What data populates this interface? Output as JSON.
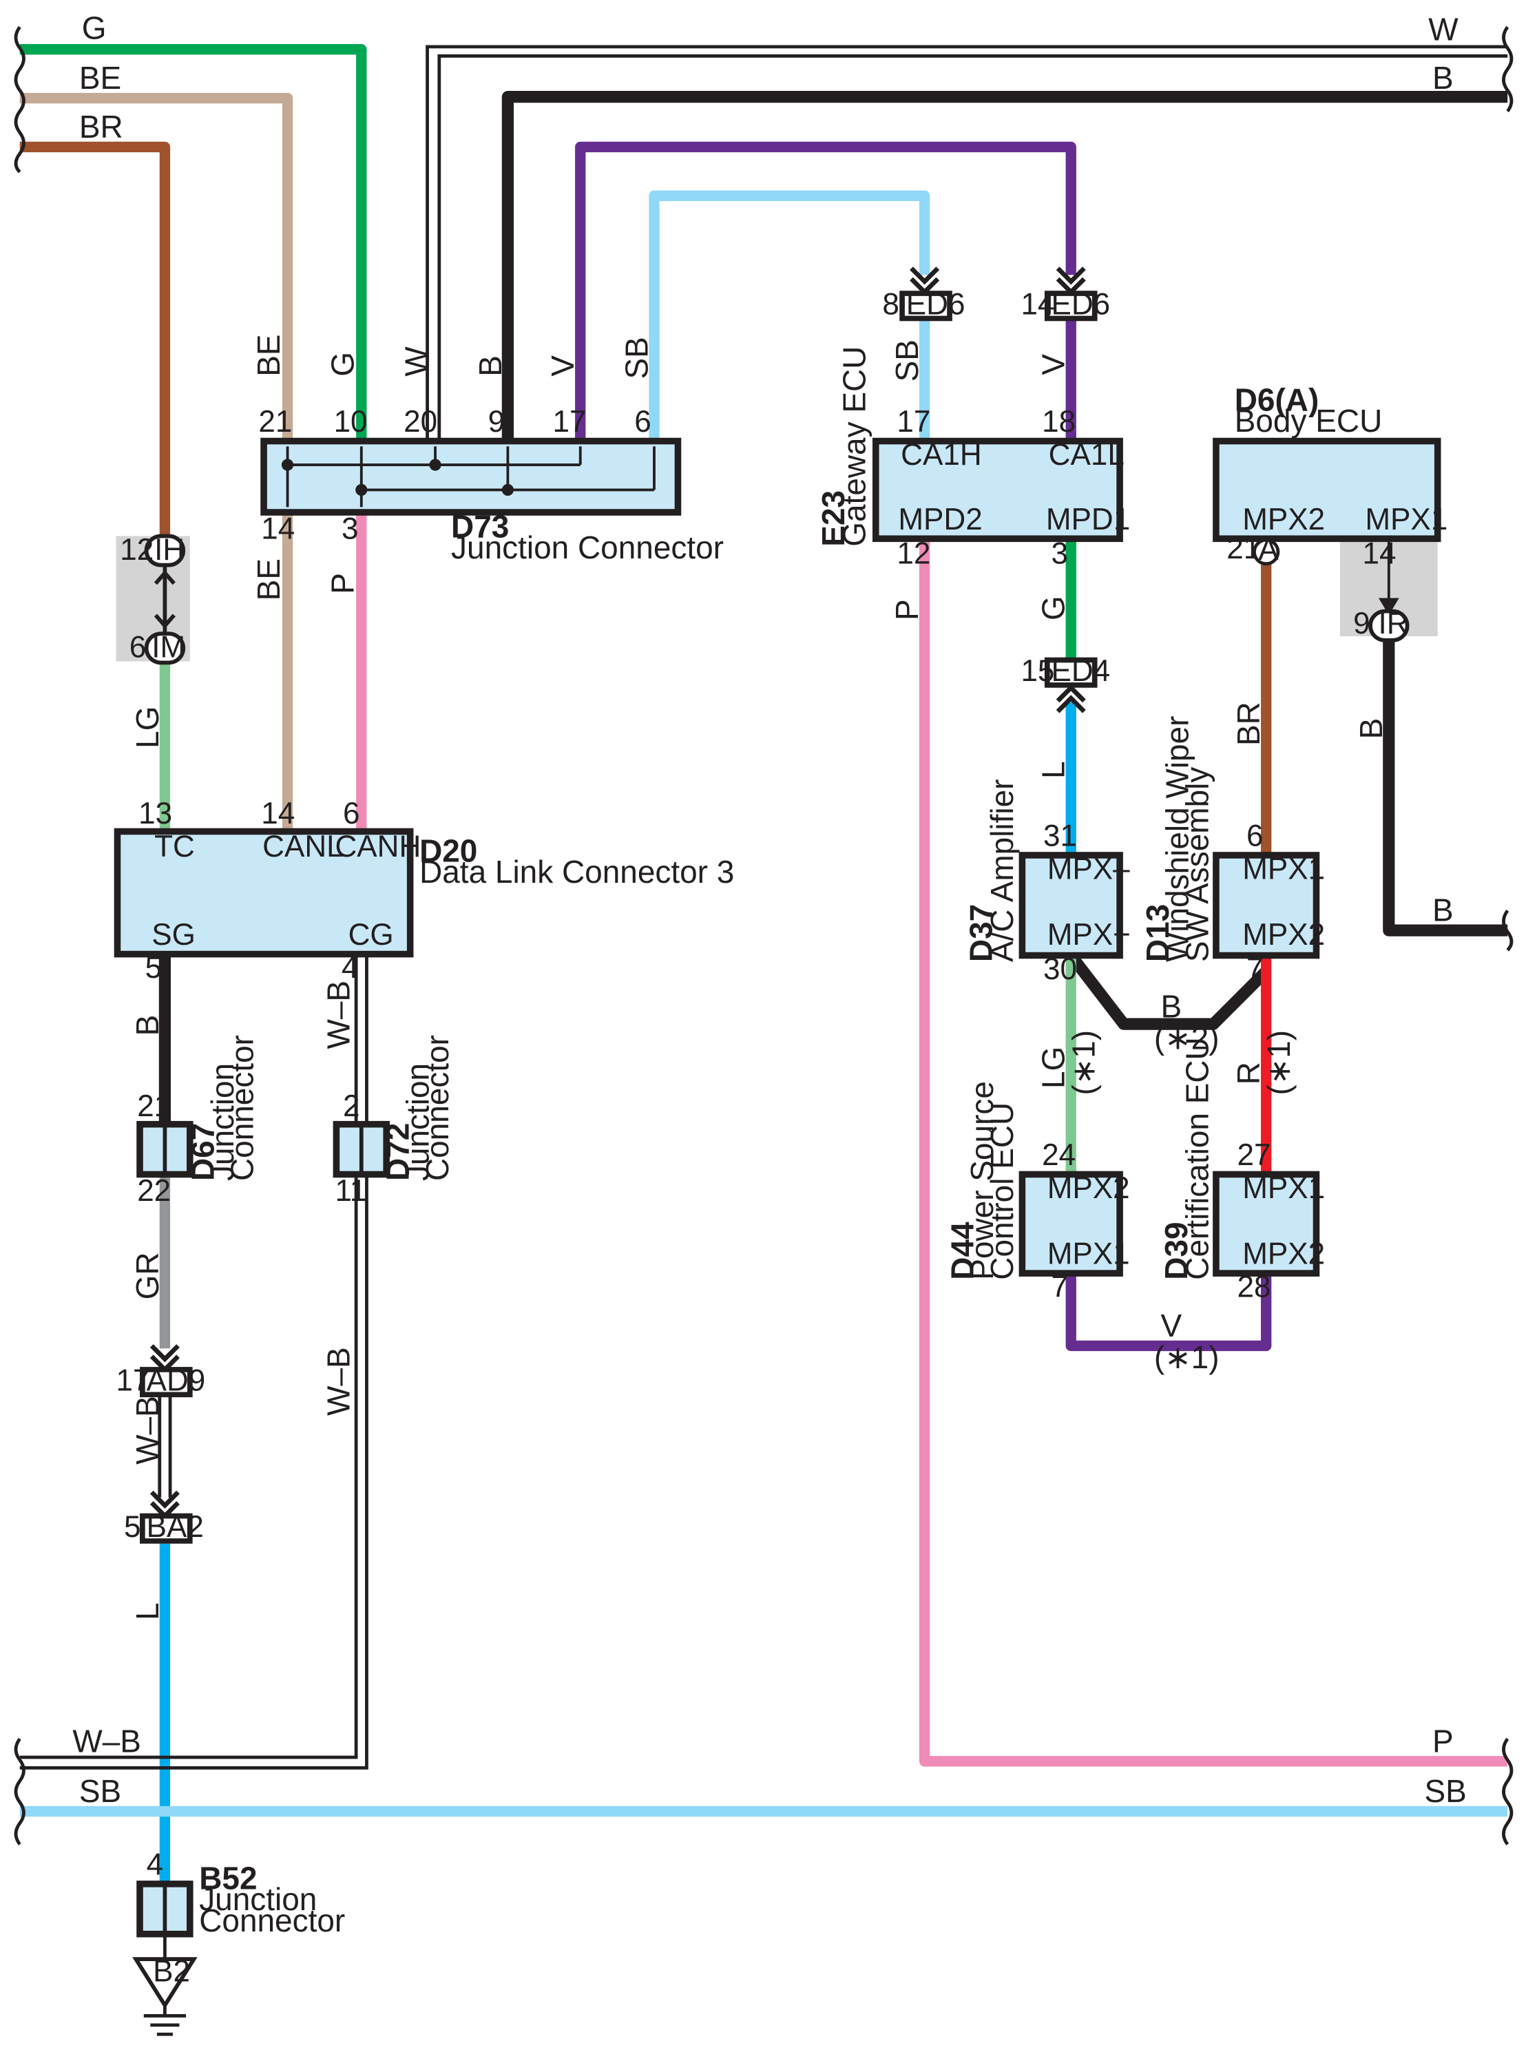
{
  "colors": {
    "G": "#00a651",
    "BE": "#c4a995",
    "BR": "#a0522d",
    "B": "#231f20",
    "V": "#662d91",
    "SB": "#8fd8f8",
    "P": "#f08bb8",
    "LG": "#7ec891",
    "L": "#00aeef",
    "GR": "#939598",
    "R": "#ed1c24",
    "box": "#c9e8f7",
    "shade": "#d4d4d4"
  },
  "edge_wires": {
    "top_left": [
      "G",
      "BE",
      "BR"
    ],
    "top_right": [
      "W",
      "B"
    ],
    "bottom_left": [
      "W–B",
      "SB"
    ],
    "bottom_right": [
      "P",
      "SB"
    ],
    "right_mid": "B"
  },
  "wire_labels": {
    "d73_in": [
      "BE",
      "G",
      "W",
      "B",
      "V",
      "SB"
    ],
    "d73_out": [
      "BE",
      "P"
    ],
    "lg_dlc": "LG",
    "ed6_sb": "SB",
    "ed6_v": "V",
    "gw_p": "P",
    "gw_g": "G",
    "ed4_l": "L",
    "ecu_br": "BR",
    "ecu_b": "B",
    "sg_b": "B",
    "cg_wb": "W–B",
    "gr": "GR",
    "ad9_wb": "W–B",
    "d72_wb": "W–B",
    "ba2_l": "L",
    "mpx_b": "B",
    "mpx_b_note": "(∗2)",
    "lg_mid": "LG",
    "lg_note": "(∗1)",
    "r_mid": "R",
    "r_note": "(∗1)",
    "v_bottom": "V",
    "v_note": "(∗1)"
  },
  "components": {
    "d73": {
      "code": "D73",
      "name": "Junction Connector",
      "pins_top": [
        "21",
        "10",
        "20",
        "9",
        "17",
        "6"
      ],
      "pins_bottom": [
        "14",
        "3"
      ]
    },
    "d20": {
      "code": "D20",
      "name": "Data Link Connector 3",
      "terminals": [
        "TC",
        "CANL",
        "CANH",
        "SG",
        "CG"
      ],
      "pins_top": [
        "13",
        "14",
        "6"
      ],
      "pins_bottom": [
        "5",
        "4"
      ]
    },
    "e23": {
      "code": "E23",
      "name": "Gateway ECU",
      "terminals": [
        "CA1H",
        "CA1L",
        "MPD2",
        "MPD1"
      ],
      "pins_top": [
        "17",
        "18"
      ],
      "pins_bottom": [
        "12",
        "3"
      ]
    },
    "d6": {
      "code": "D6(A)",
      "name": "Body ECU",
      "terminals": [
        "MPX2",
        "MPX1"
      ],
      "pins_bottom": [
        "21",
        "14"
      ],
      "pin_marker": "A"
    },
    "d37": {
      "code": "D37",
      "name": "A/C Amplifier",
      "terminals": [
        "MPX–",
        "MPX+"
      ],
      "pins": [
        "31",
        "30"
      ]
    },
    "d13": {
      "code": "D13",
      "name_line1": "Windshield Wiper",
      "name_line2": "SW Assembly",
      "terminals": [
        "MPX1",
        "MPX2"
      ],
      "pins": [
        "6",
        "7"
      ]
    },
    "d44": {
      "code": "D44",
      "name_line1": "Power Source",
      "name_line2": "Control ECU",
      "terminals": [
        "MPX2",
        "MPX1"
      ],
      "pins": [
        "24",
        "7"
      ]
    },
    "d39": {
      "code": "D39",
      "name": "Certification ECU",
      "terminals": [
        "MPX1",
        "MPX2"
      ],
      "pins": [
        "27",
        "28"
      ]
    },
    "d67": {
      "code": "D67",
      "name_line1": "Junction",
      "name_line2": "Connector",
      "pins": [
        "21",
        "22"
      ]
    },
    "d72": {
      "code": "D72",
      "name_line1": "Junction",
      "name_line2": "Connector",
      "pins": [
        "2",
        "11"
      ]
    },
    "b52": {
      "code": "B52",
      "name_line1": "Junction",
      "name_line2": "Connector",
      "pin": "4"
    },
    "ground": {
      "code": "B2"
    }
  },
  "inline_connectors": [
    {
      "id": "ed6a",
      "label": "ED6",
      "pin": "8"
    },
    {
      "id": "ed6b",
      "label": "ED6",
      "pin": "14"
    },
    {
      "id": "ed4",
      "label": "ED4",
      "pin": "15"
    },
    {
      "id": "ad9",
      "label": "AD9",
      "pin": "17"
    },
    {
      "id": "ba2",
      "label": "BA2",
      "pin": "5"
    }
  ],
  "oval_connectors": [
    {
      "id": "ih",
      "label": "IH",
      "pin": "12"
    },
    {
      "id": "im",
      "label": "IM",
      "pin": "6"
    },
    {
      "id": "ir",
      "label": "IR",
      "pin": "9"
    }
  ]
}
